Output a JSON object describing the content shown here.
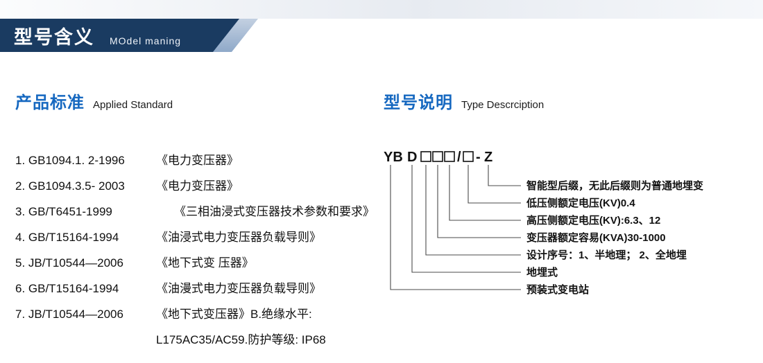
{
  "banner": {
    "title": "型号含义",
    "subtitle": "MOdel maning"
  },
  "sections": {
    "left": {
      "heading_cn": "产品标准",
      "heading_en": "Applied Standard",
      "items": [
        {
          "code": "1. GB1094.1. 2-1996",
          "title": "《电力变压器》"
        },
        {
          "code": "2. GB1094.3.5- 2003",
          "title": "《电力变压器》"
        },
        {
          "code": "3. GB/T6451-1999",
          "title": "《三相油浸式变压器技术参数和要求》"
        },
        {
          "code": "4. GB/T15164-1994",
          "title": "《油浸式电力变压器负载导则》"
        },
        {
          "code": "5. JB/T10544—2006",
          "title": "《地下式变 压器》"
        },
        {
          "code": "6. GB/T15164-1994",
          "title": "《油漫式电力变压器负载导则》"
        },
        {
          "code": "7. JB/T10544—2006",
          "title": "《地下式变压器》B.绝缘水平:"
        },
        {
          "code": "",
          "title": "L175AC35/AC59.防护等级: IP68"
        }
      ]
    },
    "right": {
      "heading_cn": "型号说明",
      "heading_en": "Type Descrciption",
      "model": {
        "prefix": "YB",
        "type_code": "D",
        "slash": "/",
        "dash": "-",
        "suffix": "Z"
      },
      "labels": [
        "智能型后缀，无此后缀则为普通地埋变",
        "低压侧额定电压(KV)0.4",
        "高压侧额定电压(KV):6.3、12",
        "变压器额定容易(KVA)30-1000",
        "设计序号：1、半地理； 2、全地埋",
        "地埋式",
        "预装式变电站"
      ]
    }
  },
  "colors": {
    "banner_dark": "#1a3b61",
    "banner_accent": "#8fa9c9",
    "heading_blue": "#1668c0"
  }
}
